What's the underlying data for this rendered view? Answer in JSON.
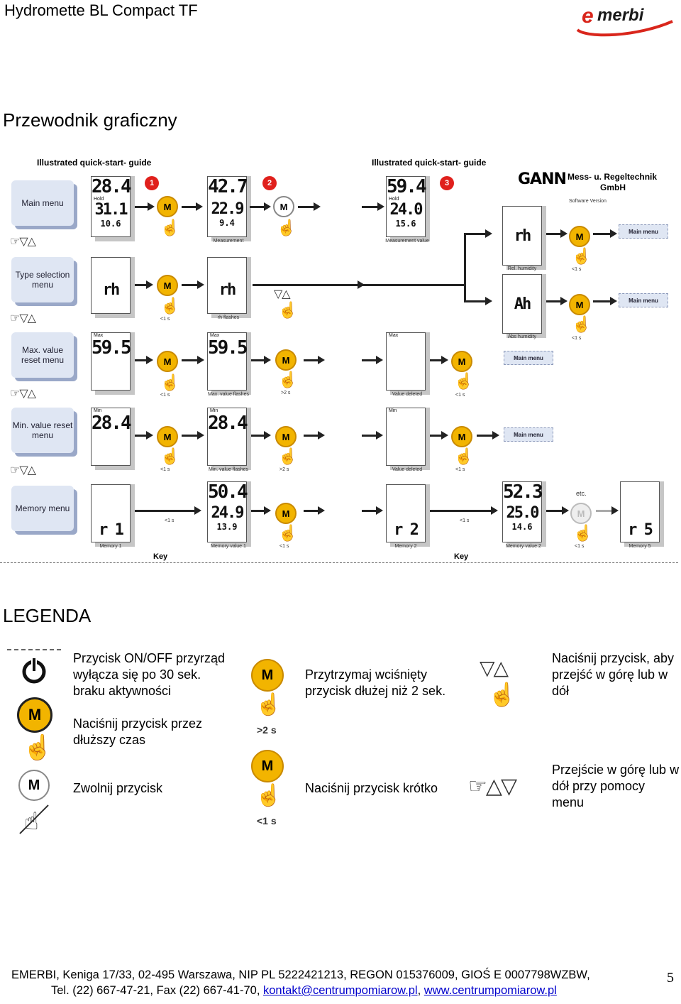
{
  "header": {
    "title": "Hydromette BL Compact TF",
    "logo_text": "emerbi"
  },
  "section_graphic": {
    "title": "Przewodnik graficzny"
  },
  "guide": {
    "heading_left": "Illustrated quick-start- guide",
    "heading_right": "Illustrated quick-start- guide",
    "gann": {
      "logo": "GANN",
      "company_line1": "Mess- u. Regeltechnik",
      "company_line2": "GmbH",
      "software": "Software Version"
    },
    "menus": [
      "Main menu",
      "Type selection menu",
      "Max. value reset menu",
      "Min. value reset menu",
      "Memory menu"
    ],
    "steps": [
      "1",
      "2",
      "3"
    ],
    "button_letter": "M",
    "displays": {
      "main": {
        "top": "28.4",
        "hold": "Hold",
        "mid": "31.1",
        "bot": "10.6"
      },
      "measurement": {
        "top": "42.7",
        "mid": "22.9",
        "bot": "9.4",
        "caption": "Measurement"
      },
      "measurement_value": {
        "top": "59.4",
        "hold": "Hold",
        "mid": "24.0",
        "bot": "15.6",
        "caption": "Measurement value"
      },
      "type": {
        "text": "rh"
      },
      "type_flash": {
        "text": "rh",
        "caption": "rh flashes"
      },
      "rel": {
        "text": "rh",
        "caption": "Rel. humidity"
      },
      "abs": {
        "text": "Ah",
        "caption": "Abs humidity"
      },
      "max": {
        "label": "Max",
        "val": "59.5"
      },
      "max_flash": {
        "label": "Max",
        "val": "59.5",
        "caption": "Max. value flashes"
      },
      "max_deleted": {
        "label": "Max",
        "caption": "Value deleted"
      },
      "min": {
        "label": "Min",
        "val": "28.4"
      },
      "min_flash": {
        "label": "Min",
        "val": "28.4",
        "caption": "Min. value flashes"
      },
      "min_deleted": {
        "label": "Min",
        "caption": "Value deleted"
      },
      "mem1": {
        "text": "r 1",
        "caption": "Memory 1"
      },
      "memval1": {
        "top": "50.4",
        "mid": "24.9",
        "bot": "13.9",
        "caption": "Memory value 1"
      },
      "mem2": {
        "text": "r 2",
        "caption": "Memory 2"
      },
      "memval2": {
        "top": "52.3",
        "mid": "25.0",
        "bot": "14.6",
        "caption": "Memory value 2"
      },
      "mem5": {
        "text": "r 5",
        "caption": "Memory 5"
      }
    },
    "time_short": "<1 s",
    "time_long": ">2 s",
    "main_menu": "Main menu",
    "etc": "etc.",
    "key": "Key"
  },
  "legend": {
    "title": "LEGENDA",
    "items": {
      "onoff": "Przycisk ON/OFF przyrząd wyłącza się po 30 sek. braku aktywności",
      "press_long": "Naciśnij przycisk przez dłuższy czas",
      "hold": "Przytrzymaj wciśnięty przycisk dłużej niż 2 sek.",
      "updown": "Naciśnij przycisk, aby przejść w górę lub w dół",
      "release": "Zwolnij przycisk",
      "short": "Naciśnij przycisk krótko",
      "menu_nav": "Przejście w górę lub w dół przy pomocy menu"
    },
    "icon_time_long": ">2 s",
    "icon_time_short": "<1 s",
    "button_letter": "M"
  },
  "footer": {
    "line1": "EMERBI, Keniga 17/33, 02-495 Warszawa, NIP PL 5222421213, REGON 015376009,  GIOŚ E 0007798WZBW,",
    "line2_prefix": "Tel. (22) 667-47-21, Fax (22) 667-41-70, ",
    "email": "kontakt@centrumpomiarow.pl",
    "sep": ", ",
    "website": "www.centrumpomiarow.pl",
    "page": "5"
  },
  "colors": {
    "logo_red": "#d9261c",
    "button_yellow": "#f2b400",
    "step_red": "#e0201c"
  }
}
